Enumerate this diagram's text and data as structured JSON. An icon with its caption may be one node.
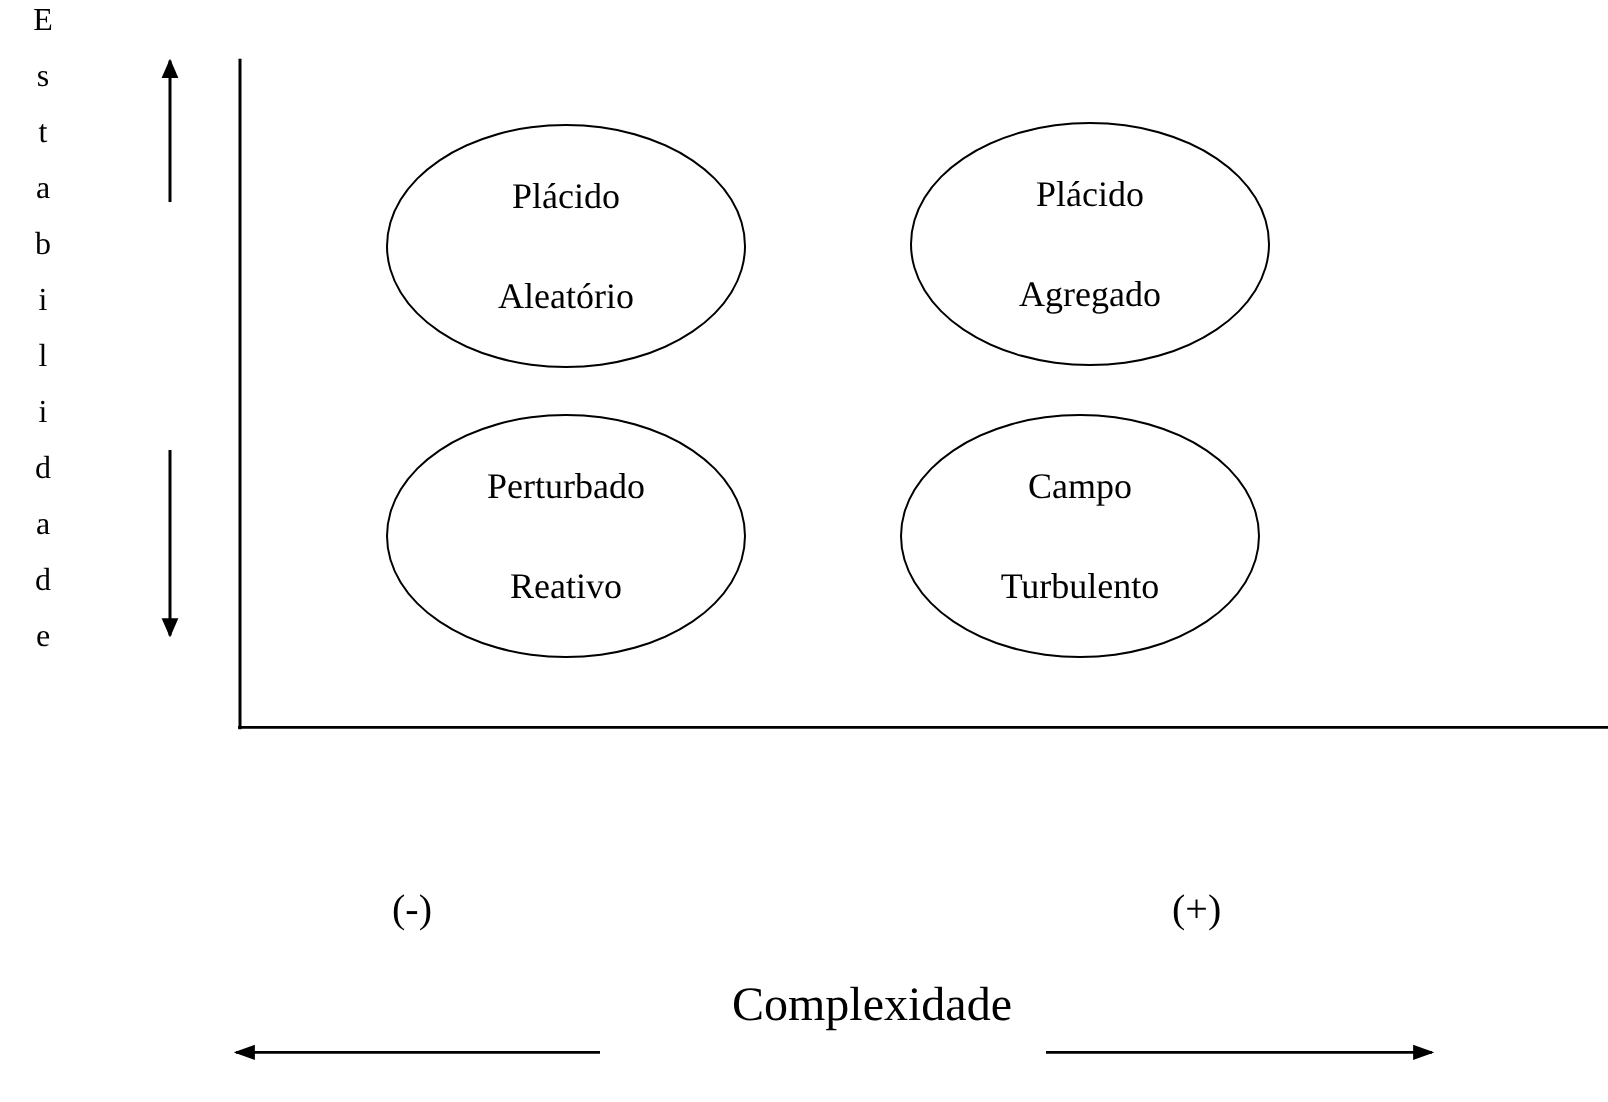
{
  "diagram": {
    "nodes": [
      {
        "text": [
          "Plácido Aleatório"
        ]
      },
      {
        "text": [
          "Plácido Agregado"
        ]
      },
      {
        "text": [
          "Perturbado Reativo"
        ]
      },
      {
        "text": [
          "Campo Turbulento"
        ]
      }
    ],
    "labels": [
      "Estabilidade",
      "(-)",
      "(+)",
      "Complexidade"
    ]
  }
}
